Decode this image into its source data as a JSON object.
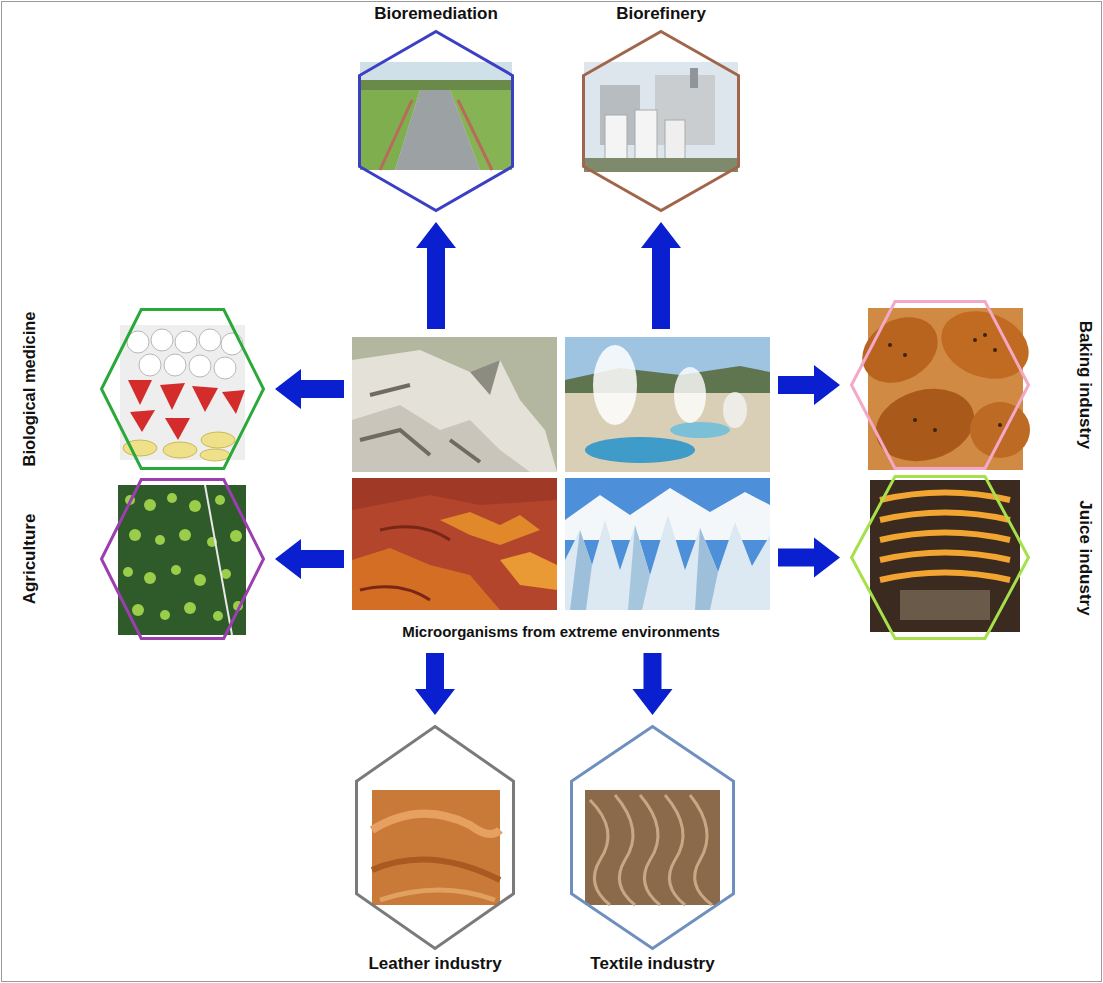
{
  "diagram": {
    "nodes": [
      {
        "text": [
          "Bioremediation"
        ]
      },
      {
        "text": [
          "Biorefinery"
        ]
      },
      {
        "text": [
          "Biological medicine"
        ]
      },
      {
        "text": [
          "Baking industry"
        ]
      },
      {
        "text": [
          "Agriculture"
        ]
      },
      {
        "text": [
          "Juice industry"
        ]
      },
      {
        "text": [
          "Microorganisms from extreme environments"
        ]
      },
      {
        "text": [
          "Leather industry"
        ]
      },
      {
        "text": [
          "Textile industry"
        ]
      }
    ],
    "edges": [
      {
        "from": 6,
        "to": 0,
        "arrow": "to"
      },
      {
        "from": 6,
        "to": 1,
        "arrow": "to"
      },
      {
        "from": 6,
        "to": 2,
        "arrow": "to"
      },
      {
        "from": 6,
        "to": 3,
        "arrow": "to"
      },
      {
        "from": 6,
        "to": 4,
        "arrow": "to"
      },
      {
        "from": 6,
        "to": 5,
        "arrow": "to"
      },
      {
        "from": 6,
        "to": 7,
        "arrow": "to"
      },
      {
        "from": 6,
        "to": 8,
        "arrow": "to"
      }
    ]
  }
}
